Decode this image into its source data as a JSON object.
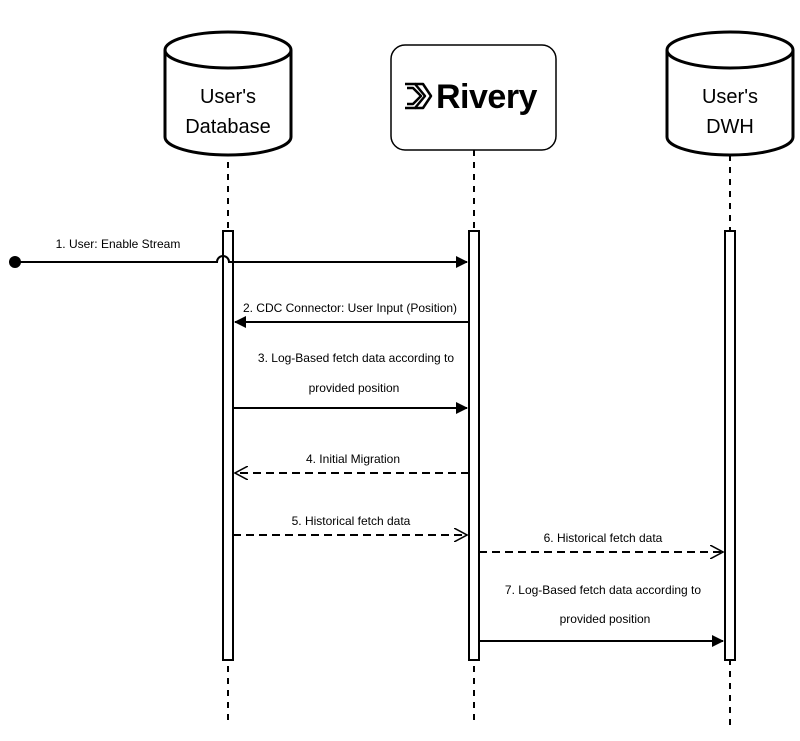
{
  "participants": {
    "db": {
      "line1": "User's",
      "line2": "Database"
    },
    "rivery": {
      "logo_text": "Rivery"
    },
    "dwh": {
      "line1": "User's",
      "line2": "DWH"
    }
  },
  "messages": [
    {
      "id": "m1",
      "lines": [
        "1. User: Enable Stream"
      ],
      "style": "solid"
    },
    {
      "id": "m2",
      "lines": [
        "2. CDC Connector: User Input (Position)"
      ],
      "style": "solid"
    },
    {
      "id": "m3",
      "lines": [
        "3. Log-Based fetch data according to",
        "provided position"
      ],
      "style": "solid"
    },
    {
      "id": "m4",
      "lines": [
        "4. Initial Migration"
      ],
      "style": "dashed"
    },
    {
      "id": "m5",
      "lines": [
        "5. Historical fetch data"
      ],
      "style": "dashed"
    },
    {
      "id": "m6",
      "lines": [
        "6. Historical fetch data"
      ],
      "style": "dashed"
    },
    {
      "id": "m7",
      "lines": [
        "7. Log-Based fetch data according to",
        "provided position"
      ],
      "style": "solid"
    }
  ]
}
